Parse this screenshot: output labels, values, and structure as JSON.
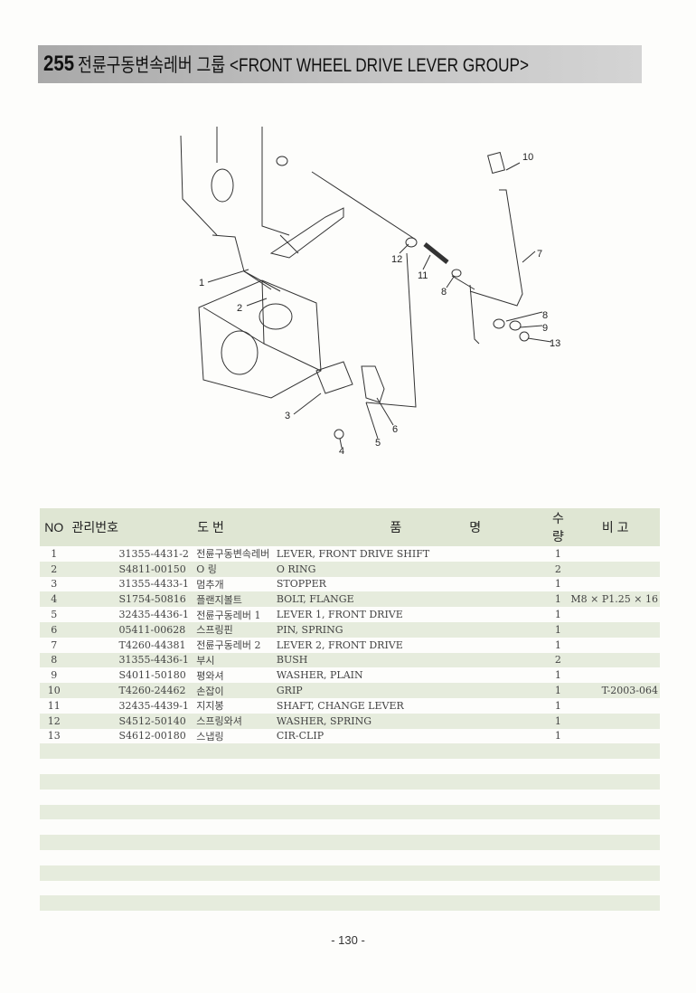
{
  "header": {
    "group_number": "255",
    "title": "전륜구동변속레버 그룹 <FRONT WHEEL DRIVE LEVER GROUP>"
  },
  "diagram": {
    "callouts": [
      "10",
      "7",
      "12",
      "11",
      "8",
      "1",
      "2",
      "8",
      "9",
      "13",
      "3",
      "6",
      "5",
      "4"
    ]
  },
  "table": {
    "headers": [
      "NO",
      "관리번호",
      "도   번",
      "품",
      "명",
      "수 량",
      "비  고"
    ],
    "rows": [
      {
        "no": "1",
        "part_no": "31355-4431-2",
        "name_kr": "전륜구동변속레버",
        "name_en": "LEVER, FRONT DRIVE SHIFT",
        "qty": "1",
        "remarks": ""
      },
      {
        "no": "2",
        "part_no": "S4811-00150",
        "name_kr": "O 링",
        "name_en": "O RING",
        "qty": "2",
        "remarks": ""
      },
      {
        "no": "3",
        "part_no": "31355-4433-1",
        "name_kr": "멈추개",
        "name_en": "STOPPER",
        "qty": "1",
        "remarks": ""
      },
      {
        "no": "4",
        "part_no": "S1754-50816",
        "name_kr": "플랜지볼트",
        "name_en": "BOLT, FLANGE",
        "qty": "1",
        "remarks": "M8 × P1.25 × 16"
      },
      {
        "no": "5",
        "part_no": "32435-4436-1",
        "name_kr": "전륜구동레버 1",
        "name_en": "LEVER 1, FRONT DRIVE",
        "qty": "1",
        "remarks": ""
      },
      {
        "no": "6",
        "part_no": "05411-00628",
        "name_kr": "스프링핀",
        "name_en": "PIN, SPRING",
        "qty": "1",
        "remarks": ""
      },
      {
        "no": "7",
        "part_no": "T4260-44381",
        "name_kr": "전륜구동레버 2",
        "name_en": "LEVER 2, FRONT DRIVE",
        "qty": "1",
        "remarks": ""
      },
      {
        "no": "8",
        "part_no": "31355-4436-1",
        "name_kr": "부시",
        "name_en": "BUSH",
        "qty": "2",
        "remarks": ""
      },
      {
        "no": "9",
        "part_no": "S4011-50180",
        "name_kr": "평와셔",
        "name_en": "WASHER, PLAIN",
        "qty": "1",
        "remarks": ""
      },
      {
        "no": "10",
        "part_no": "T4260-24462",
        "name_kr": "손잡이",
        "name_en": "GRIP",
        "qty": "1",
        "remarks": "T-2003-064"
      },
      {
        "no": "11",
        "part_no": "32435-4439-1",
        "name_kr": "지지봉",
        "name_en": "SHAFT, CHANGE LEVER",
        "qty": "1",
        "remarks": ""
      },
      {
        "no": "12",
        "part_no": "S4512-50140",
        "name_kr": "스프링와셔",
        "name_en": "WASHER, SPRING",
        "qty": "1",
        "remarks": ""
      },
      {
        "no": "13",
        "part_no": "S4612-00180",
        "name_kr": "스냅링",
        "name_en": "CIR-CLIP",
        "qty": "1",
        "remarks": ""
      }
    ]
  },
  "footer": {
    "page_number": "- 130 -"
  }
}
